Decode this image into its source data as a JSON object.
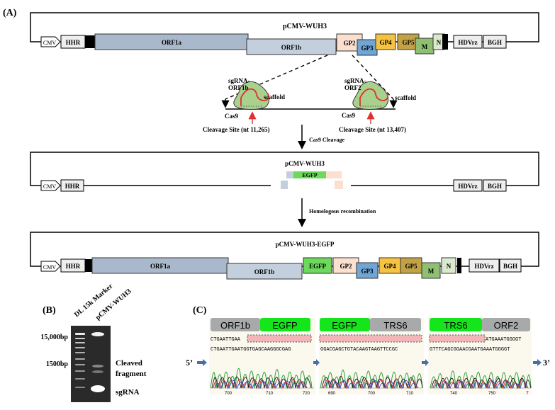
{
  "panel_labels": {
    "a": "(A)",
    "b": "(B)",
    "c": "(C)"
  },
  "plasmid_top": {
    "title": "pCMV-WUH3",
    "cmv": "CMV",
    "hhr": "HHR",
    "orf1a": "ORF1a",
    "orf1b": "ORF1b",
    "gp2": "GP2",
    "gp3": "GP3",
    "gp4": "GP4",
    "gp5": "GP5",
    "m": "M",
    "n": "N",
    "hdvrz": "HDVrz",
    "bgh": "BGH"
  },
  "sgrna": {
    "left_label": "sgRNA-\nORF1b",
    "right_label": "sgRNA-\nORF2",
    "scaffold_left": "scaffold",
    "scaffold_right": "scaffold",
    "cas9_left": "Cas9",
    "cas9_right": "Cas9",
    "site_left": "Cleavage Site (nt  11,265)",
    "site_right": "Cleavage Site (nt  13,407)"
  },
  "steps": {
    "cleavage": "Cas9  Cleavage",
    "recombination": "Homologous recombination"
  },
  "plasmid_mid": {
    "title": "pCMV-WUH3",
    "cmv": "CMV",
    "hhr": "HHR",
    "egfp": "EGFP",
    "hdvrz": "HDVrz",
    "bgh": "BGH"
  },
  "plasmid_bot": {
    "title": "pCMV-WUH3-EGFP",
    "cmv": "CMV",
    "hhr": "HHR",
    "orf1a": "ORF1a",
    "orf1b": "ORF1b",
    "egfp": "EGFP",
    "gp2": "GP2",
    "gp3": "GP3",
    "gp4": "GP4",
    "gp5": "GP5",
    "m": "M",
    "n": "N",
    "hdvrz": "HDVrz",
    "bgh": "BGH"
  },
  "gel": {
    "lane1": "DL 15k Marker",
    "lane2": "pCMV-WUH3",
    "bp_15000": "15,000bp",
    "bp_1500": "1500bp",
    "cleaved": "Cleaved",
    "fragment": "fragment",
    "sgrna": "sgRNA"
  },
  "seq": {
    "five": "5’",
    "three": "3’",
    "p1": {
      "a": "ORF1b",
      "b": "EGFP",
      "s1": "CTGAATTGAA",
      "s2": "CTGAATTGAATGGTGAGCAAGGGCGAG",
      "ticks": [
        "700",
        "710",
        "720"
      ]
    },
    "p2": {
      "a": "EGFP",
      "b": "TRS6",
      "s2": "GGACGAGCTGTACAAGTAAGTTCCGC",
      "ticks": [
        "690",
        "700",
        "710"
      ]
    },
    "p3": {
      "a": "TRS6",
      "b": "ORF2",
      "s1": "ATGAAATGGGGT",
      "s2": "GTTTCAGCGGAACGAATGAAATGGGGT",
      "ticks": [
        "740",
        "750",
        "7"
      ]
    }
  },
  "colors": {
    "orf1a": "#a9b8cb",
    "orf1b": "#c3cfdc",
    "gp2": "#fbe0cf",
    "gp3": "#6fa6d6",
    "gp4": "#f5c242",
    "gp5": "#c2a245",
    "m": "#8fc072",
    "n": "#dbe9cf",
    "egfp": "#6cd85c",
    "bright_green": "#15e61c",
    "grey_tag": "#a7a9ab",
    "sgrna_fill": "#a9d18e",
    "pink": "#f3b6b8",
    "red": "#e03030"
  }
}
